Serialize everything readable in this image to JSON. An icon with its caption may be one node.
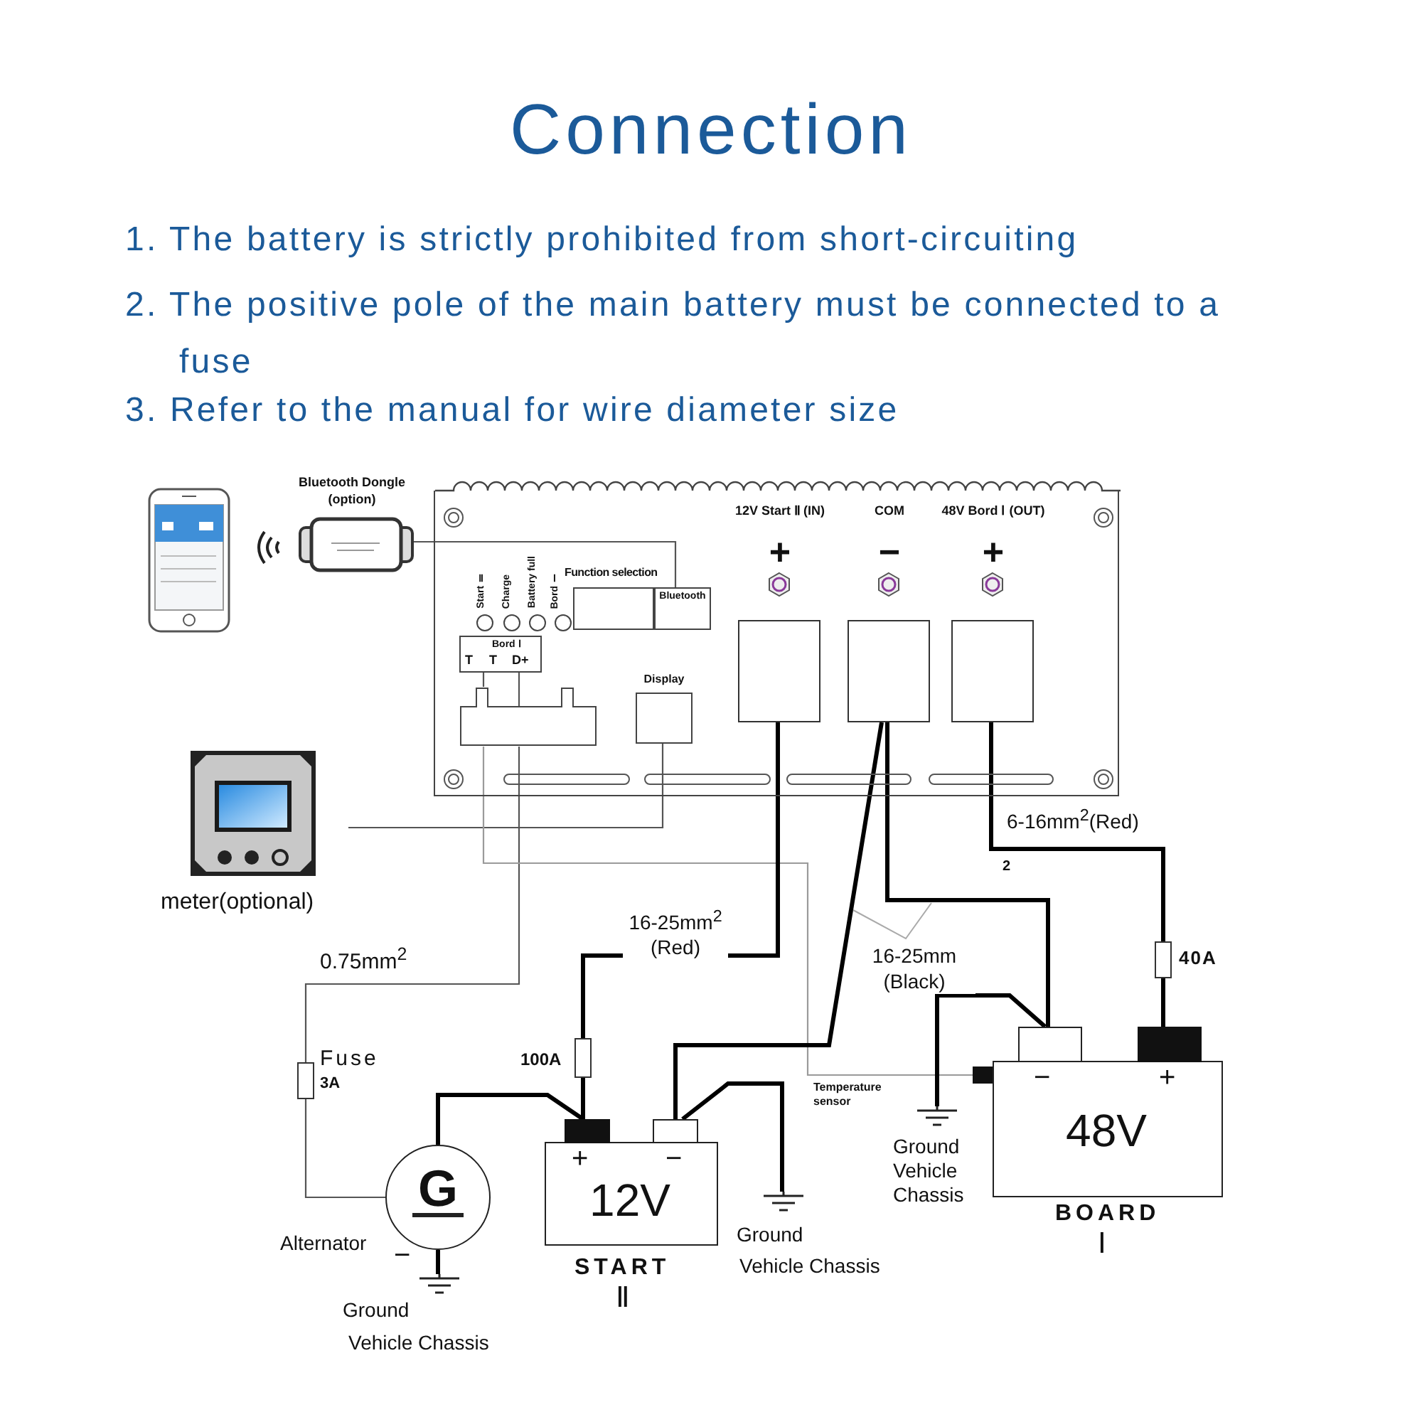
{
  "diagram": {
    "title": "Connection",
    "nodes": [
      {
        "text": [],
        "shape": "picture"
      },
      {
        "text": [
          "Bluetooth Dongle (option)"
        ]
      },
      {
        "text": [],
        "shape": "box"
      },
      {
        "text": [
          "Function selection"
        ],
        "in": 2
      },
      {
        "text": [
          "Bluetooth"
        ],
        "in": 2
      },
      {
        "text": [
          "Bord Ⅰ",
          "T",
          "T",
          "D+"
        ],
        "in": 2
      },
      {
        "text": [],
        "shape": "box",
        "in": 2
      },
      {
        "text": [
          "Display"
        ],
        "in": 2
      },
      {
        "text": [
          "12V Start Ⅱ (IN)",
          "+"
        ],
        "in": 2
      },
      {
        "text": [
          "COM",
          "−"
        ],
        "in": 2
      },
      {
        "text": [
          "48V Bord Ⅰ (OUT)",
          "+"
        ],
        "in": 2
      },
      {
        "text": [
          "meter(optional)"
        ]
      },
      {
        "text": [],
        "shape": "box",
        "beside": [
          "Fuse",
          "3A"
        ]
      },
      {
        "text": [
          "G"
        ],
        "beside": [
          "Alternator",
          "−"
        ]
      },
      {
        "text": [],
        "shape": "ground",
        "beside": [
          "Ground",
          "Vehicle Chassis"
        ]
      },
      {
        "text": [],
        "shape": "box",
        "beside": [
          "100A"
        ]
      },
      {
        "text": [
          "+",
          "−",
          "12V"
        ],
        "beside": [
          "START",
          "Ⅱ"
        ]
      },
      {
        "text": [],
        "shape": "ground",
        "beside": [
          "Ground",
          "Vehicle Chassis"
        ]
      },
      {
        "text": [],
        "shape": "ground",
        "beside": [
          "Ground Vehicle Chassis"
        ]
      },
      {
        "text": [],
        "shape": "box"
      },
      {
        "text": [],
        "shape": "box",
        "beside": [
          "40A"
        ]
      },
      {
        "text": [
          "−",
          "+",
          "48V"
        ],
        "beside": [
          "BOARD",
          "Ⅰ"
        ]
      }
    ],
    "edges": [
      {
        "from": 1,
        "to": 4,
        "arrow": "none",
        "color": "#555555"
      },
      {
        "from": 7,
        "to": 11,
        "arrow": "none",
        "color": "#555555"
      },
      {
        "from": 5,
        "to": 6,
        "arrow": "none",
        "color": "#555555"
      },
      {
        "from": 5,
        "to": 6,
        "arrow": "none",
        "color": "#555555"
      },
      {
        "from": 6,
        "to": 12,
        "arrow": "none",
        "color": "#555555",
        "label": "0.75mm$^{2}$"
      },
      {
        "from": 12,
        "to": 13,
        "arrow": "none",
        "color": "#555555"
      },
      {
        "from": 6,
        "to": 19,
        "arrow": "none",
        "color": "#9a9a9a"
      },
      {
        "from": 8,
        "to": 15,
        "arrow": "none",
        "label": "16-25mm$^{2}$ (Red)"
      },
      {
        "from": 15,
        "to": 16,
        "arrow": "none"
      },
      {
        "from": 13,
        "to": 16,
        "arrow": "none"
      },
      {
        "from": 13,
        "to": 14,
        "arrow": "none"
      },
      {
        "from": 9,
        "to": 16,
        "arrow": "none",
        "label": "16-25mm (Black)"
      },
      {
        "from": 9,
        "to": 21,
        "arrow": "none"
      },
      {
        "from": 16,
        "to": 17,
        "arrow": "none"
      },
      {
        "from": 21,
        "to": 18,
        "arrow": "none"
      },
      {
        "from": 10,
        "to": 20,
        "arrow": "none",
        "label": "6-16mm$^{2}$(Red)"
      },
      {
        "from": 20,
        "to": 21,
        "arrow": "none"
      }
    ],
    "labels": [
      "1. The battery is strictly prohibited from short-circuiting",
      "2. The positive pole of the main battery must be connected to a fuse",
      "3. Refer to the manual for wire diameter size",
      "Start Ⅱ",
      "Charge",
      "Battery full",
      "Bord Ⅰ",
      "2",
      "Temperature sensor"
    ]
  }
}
